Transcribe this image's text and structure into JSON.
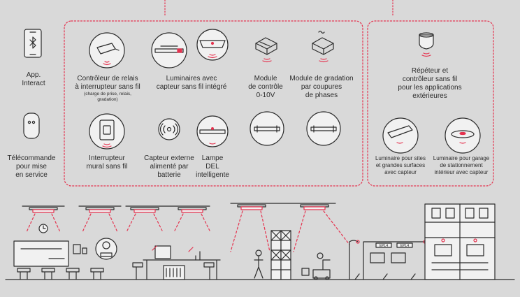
{
  "colors": {
    "accent": "#e5334f",
    "line": "#2b2b2b",
    "background": "#d9d9d9",
    "fill": "#f1f1f1"
  },
  "left_devices": {
    "app": {
      "line1": "App.",
      "line2": "Interact",
      "icon": "smartphone-bluetooth-icon"
    },
    "remote": {
      "line1": "Télécommande",
      "line2": "pour mise",
      "line3": "en service",
      "icon": "remote-control-icon"
    }
  },
  "group_indoor": {
    "relay": {
      "line1": "Contrôleur de relais",
      "line2": "à interrupteur sans fil",
      "note1": "(charge de prise, relais,",
      "note2": "gradation)"
    },
    "luminaires": {
      "line1": "Luminaires avec",
      "line2": "capteur sans fil intégré"
    },
    "module_010": {
      "line1": "Module",
      "line2": "de contrôle",
      "line3": "0-10V"
    },
    "module_phase": {
      "line1": "Module de gradation",
      "line2": "par coupures",
      "line3": "de phases"
    },
    "switch": {
      "line1": "Interrupteur",
      "line2": "mural sans fil"
    },
    "external_sensor": {
      "line1": "Capteur externe",
      "line2": "alimenté par",
      "line3": "batterie"
    },
    "lamp": {
      "line1": "Lampe",
      "line2": "DEL",
      "line3": "intelligente"
    }
  },
  "group_outdoor": {
    "repeater": {
      "line1": "Répéteur et",
      "line2": "contrôleur sans fil",
      "line3": "pour les applications",
      "line4": "extérieures"
    },
    "site_luminaire": {
      "line1": "Luminaire pour sites",
      "line2": "et grandes surfaces",
      "line3": "avec capteur"
    },
    "garage_luminaire": {
      "line1": "Luminaire pour garage",
      "line2": "de stationnement",
      "line3": "intérieur avec capteur"
    }
  },
  "scene": {
    "sign1": "EPL4",
    "sign2": "EPL4"
  }
}
